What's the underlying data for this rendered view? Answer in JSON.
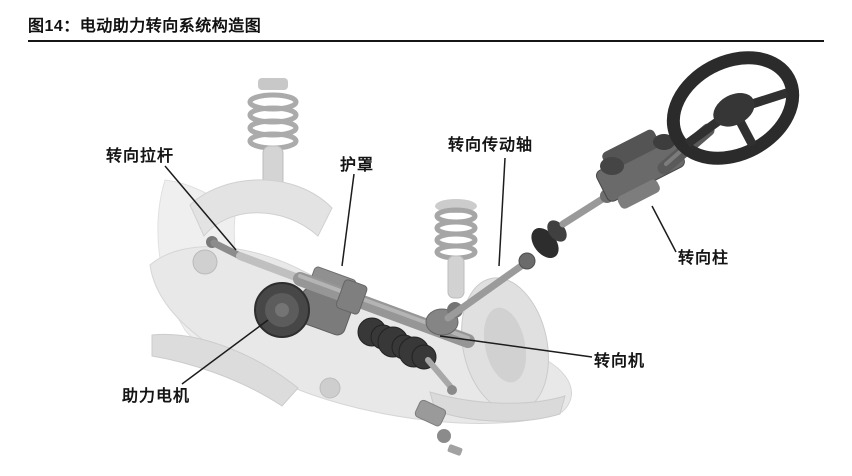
{
  "figure": {
    "title": "图14：电动助力转向系统构造图"
  },
  "labels": {
    "tie_rod": "转向拉杆",
    "boot": "护罩",
    "drive_shaft": "转向传动轴",
    "column": "转向柱",
    "gear": "转向机",
    "motor": "助力电机"
  },
  "colors": {
    "background": "#ffffff",
    "title_text": "#111111",
    "title_rule": "#161616",
    "label_text": "#141414",
    "leader_line": "#1c1c1c",
    "dark_parts": "#2b2b2b",
    "light_parts": "#e6e6e6"
  }
}
